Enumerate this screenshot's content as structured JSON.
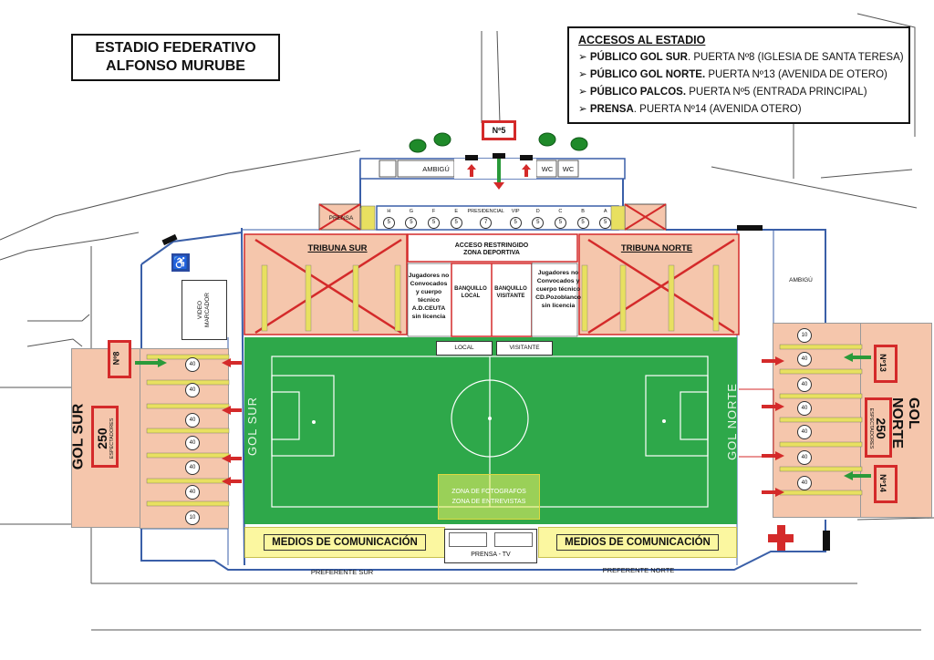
{
  "title": {
    "line1": "ESTADIO FEDERATIVO",
    "line2": "ALFONSO MURUBE"
  },
  "access": {
    "heading": "ACCESOS AL ESTADIO",
    "items": [
      {
        "bold": "PÚBLICO GOL SUR",
        "rest": ". PUERTA Nº8 (IGLESIA DE SANTA TERESA)"
      },
      {
        "bold": "PÚBLICO GOL NORTE.",
        "rest": " PUERTA Nº13 (AVENIDA DE OTERO)"
      },
      {
        "bold": "PÚBLICO PALCOS.",
        "rest": " PUERTA Nº5 (ENTRADA PRINCIPAL)"
      },
      {
        "bold": "PRENSA",
        "rest": ". PUERTA Nº14 (AVENIDA OTERO)"
      }
    ]
  },
  "gates": {
    "n5": "Nº5",
    "n8": "Nº8",
    "n13": "Nº13",
    "n14": "Nº14"
  },
  "main_stand": {
    "ambigu": "AMBIGÚ",
    "wc1": "WC",
    "wc2": "WC",
    "prensa": "PRENSA",
    "boxes": [
      "H",
      "G",
      "F",
      "E",
      "PRESIDENCIAL",
      "VIP",
      "D",
      "C",
      "B",
      "A"
    ],
    "box_nums": [
      "5",
      "5",
      "5",
      "5",
      "7",
      "5",
      "5",
      "5",
      "5",
      "5"
    ]
  },
  "stands": {
    "tribuna_sur": "TRIBUNA SUR",
    "tribuna_norte": "TRIBUNA NORTE",
    "acceso": "ACCESO RESTRINGIDO",
    "zona_deportiva": "ZONA DEPORTIVA",
    "jugadores_local": "Jugadores no Convocados y cuerpo técnico A.D.CEUTA sin licencia",
    "banquillo_local": "BANQUILLO LOCAL",
    "banquillo_visitante": "BANQUILLO VISITANTE",
    "jugadores_visit": "Jugadores no Convocados y cuerpo técnico CD.Pozoblanco sin licencia",
    "local": "LOCAL",
    "visitante": "VISITANTE"
  },
  "video": "VIDEO MARCADOR",
  "ambigu_right": "AMBIGÚ",
  "pitch": {
    "sur": "GOL SUR",
    "norte": "GOL NORTE",
    "color": "#2ea84a"
  },
  "zona": {
    "line1": "ZONA DE FOTOGRAFOS",
    "line2": "ZONA DE ENTREVISTAS"
  },
  "media": {
    "left": "MEDIOS DE COMUNICACIÓN",
    "right": "MEDIOS DE COMUNICACIÓN",
    "prensa_tv": "PRENSA - TV"
  },
  "preferente": {
    "sur": "PREFERENTE SUR",
    "norte": "PREFERENTE NORTE"
  },
  "gol_sur": {
    "label": "GOL SUR",
    "capacity": "250",
    "sub": "ESPECTADORES",
    "sections": [
      "40",
      "40",
      "40",
      "40",
      "40",
      "40",
      "10"
    ]
  },
  "gol_norte": {
    "label": "GOL NORTE",
    "capacity": "250",
    "sub": "ESPECTADORES",
    "sections": [
      "10",
      "40",
      "40",
      "40",
      "40",
      "40",
      "40"
    ]
  },
  "colors": {
    "salmon": "#f5c6ac",
    "gate_red": "#d42a2a",
    "arrow_green": "#2a9a3a",
    "line_blue": "#3a5fa8"
  }
}
